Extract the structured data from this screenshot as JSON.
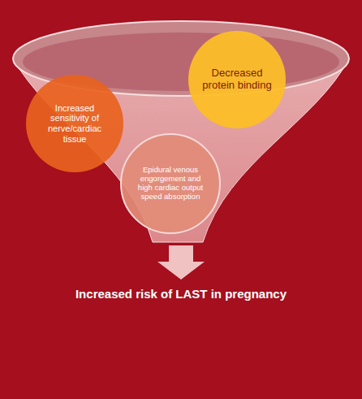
{
  "diagram": {
    "nodes": [
      {
        "text": [
          "Increased sensitivity of nerve/cardiac tissue"
        ]
      },
      {
        "text": [
          "Decreased protein binding"
        ]
      },
      {
        "text": [
          "Epidural venous engorgement and high cardiac output speed absorption"
        ]
      }
    ],
    "labels": [
      "Increased risk of LAST in pregnancy"
    ]
  }
}
